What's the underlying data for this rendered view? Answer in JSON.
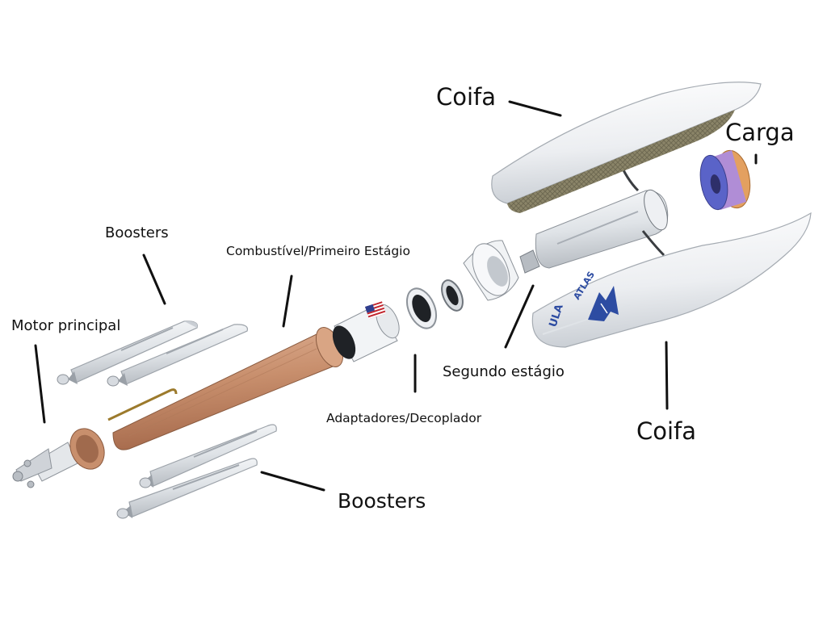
{
  "labels": {
    "coifa_top": "Coifa",
    "carga": "Carga",
    "boosters_top": "Boosters",
    "combustivel": "Combustível/Primeiro Estágio",
    "motor_principal": "Motor principal",
    "segundo_estagio": "Segundo estágio",
    "adaptadores": "Adaptadores/Decoplador",
    "coifa_bottom": "Coifa",
    "boosters_bottom": "Boosters"
  },
  "fairing_marking": {
    "brand": "ULA",
    "name": "ATLAS"
  },
  "colors": {
    "copper": "#c88f6d",
    "booster": "#e6e9ec",
    "fairing": "#f1f3f5",
    "fairing_inner": "#8a8468",
    "payload": "#6a4fb0",
    "flag_red": "#c2262e",
    "flag_blue": "#2f3f8f",
    "atlas_blue": "#2d4ca2"
  }
}
